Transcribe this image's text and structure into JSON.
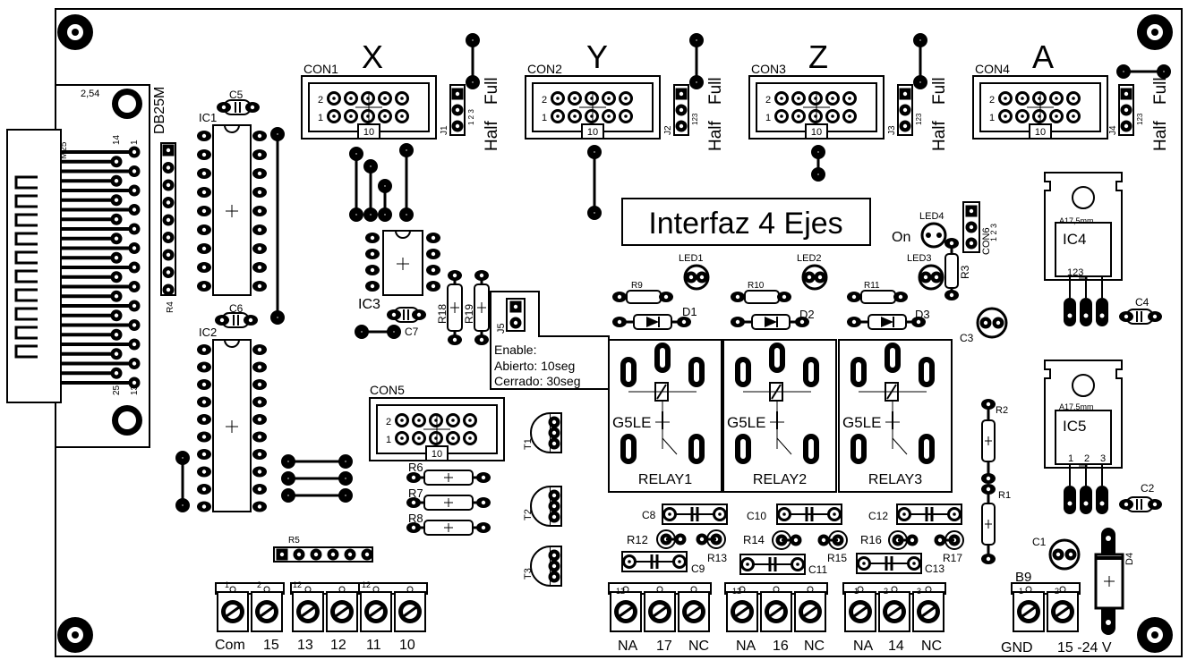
{
  "title": "Interfaz 4 Ejes",
  "headers": {
    "con1": {
      "ref": "CON1",
      "axis": "X",
      "row2": "2",
      "row1": "1",
      "key": "10"
    },
    "con2": {
      "ref": "CON2",
      "axis": "Y",
      "row2": "2",
      "row1": "1",
      "key": "10"
    },
    "con3": {
      "ref": "CON3",
      "axis": "Z",
      "row2": "2",
      "row1": "1",
      "key": "10"
    },
    "con4": {
      "ref": "CON4",
      "axis": "A",
      "row2": "2",
      "row1": "1",
      "key": "10"
    },
    "con5": {
      "ref": "CON5",
      "row2": "2",
      "row1": "1",
      "key": "10"
    }
  },
  "jumpers": [
    {
      "ref": "J1",
      "pins": "1 2 3",
      "half": "Half",
      "full": "Full"
    },
    {
      "ref": "J2",
      "pins": "123",
      "half": "Half",
      "full": "Full"
    },
    {
      "ref": "J3",
      "pins": "123",
      "half": "Half",
      "full": "Full"
    },
    {
      "ref": "J4",
      "pins": "123",
      "half": "Half",
      "full": "Full"
    }
  ],
  "db25": {
    "ref": "DB25M",
    "pitch": "2,54",
    "body": "M25",
    "pin14": "14",
    "pin1": "1",
    "pin25": "25",
    "pin13": "13"
  },
  "ics": {
    "ic1": "IC1",
    "ic2": "IC2",
    "ic3": "IC3",
    "ic4": "IC4",
    "ic5": "IC5"
  },
  "regulators": {
    "ic4": {
      "dim": "A17,5mm",
      "pins": "123"
    },
    "ic5": {
      "dim": "A17,5mm",
      "p1": "1",
      "p2": "2",
      "p3": "3"
    }
  },
  "caps": {
    "c1": "C1",
    "c2": "C2",
    "c3": "C3",
    "c4": "C4",
    "c5": "C5",
    "c6": "C6",
    "c7": "C7",
    "c8": "C8",
    "c9": "C9",
    "c10": "C10",
    "c11": "C11",
    "c12": "C12",
    "c13": "C13"
  },
  "resistors": {
    "r1": "R1",
    "r2": "R2",
    "r3": "R3",
    "r4": "R4",
    "r5": "R5",
    "r6": "R6",
    "r7": "R7",
    "r8": "R8",
    "r9": "R9",
    "r10": "R10",
    "r11": "R11",
    "r12": "R12",
    "r13": "R13",
    "r14": "R14",
    "r15": "R15",
    "r16": "R16",
    "r17": "R17",
    "r18": "R18",
    "r19": "R19"
  },
  "leds": {
    "led1": "LED1",
    "led2": "LED2",
    "led3": "LED3",
    "led4": "LED4",
    "on": "On"
  },
  "diodes": {
    "d1": "D1",
    "d2": "D2",
    "d3": "D3",
    "d4": "D4"
  },
  "transistors": {
    "t1": "T1",
    "t2": "T2",
    "t3": "T3"
  },
  "con6": {
    "ref": "CON6",
    "pins": "1 2 3"
  },
  "j5": {
    "ref": "J5",
    "note1": "Enable:",
    "note2": "Abierto: 10seg",
    "note3": "Cerrado: 30seg"
  },
  "relays": [
    {
      "ref": "RELAY1",
      "type": "G5LE"
    },
    {
      "ref": "RELAY2",
      "type": "G5LE"
    },
    {
      "ref": "RELAY3",
      "type": "G5LE"
    }
  ],
  "terminals": {
    "left": {
      "pins1": "1",
      "pins2": "2",
      "pins12a": "12",
      "pins12b": "12",
      "labels": [
        "Com",
        "15",
        "13",
        "12",
        "11",
        "10"
      ]
    },
    "relay1": {
      "pins": [
        "12",
        "",
        ""
      ],
      "labels": [
        "NA",
        "17",
        "NC"
      ]
    },
    "relay2": {
      "pins": [
        "12",
        "",
        ""
      ],
      "labels": [
        "NA",
        "16",
        "NC"
      ]
    },
    "relay3": {
      "pins": [
        "1",
        "2",
        "3"
      ],
      "labels": [
        "NA",
        "14",
        "NC"
      ]
    },
    "power": {
      "ref": "B9",
      "p1": "1",
      "p2": "2",
      "labels": [
        "GND",
        "15 -24 V"
      ]
    }
  }
}
